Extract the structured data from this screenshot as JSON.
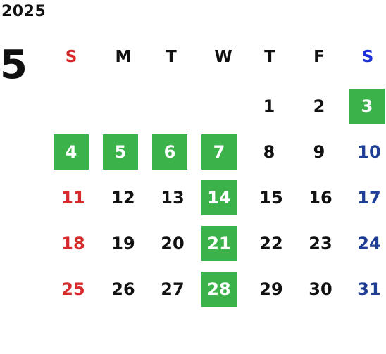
{
  "year": "2025",
  "month": "5",
  "weekdays": [
    "S",
    "M",
    "T",
    "W",
    "T",
    "F",
    "S"
  ],
  "days": {
    "d1": "1",
    "d2": "2",
    "d3": "3",
    "d4": "4",
    "d5": "5",
    "d6": "6",
    "d7": "7",
    "d8": "8",
    "d9": "9",
    "d10": "10",
    "d11": "11",
    "d12": "12",
    "d13": "13",
    "d14": "14",
    "d15": "15",
    "d16": "16",
    "d17": "17",
    "d18": "18",
    "d19": "19",
    "d20": "20",
    "d21": "21",
    "d22": "22",
    "d23": "23",
    "d24": "24",
    "d25": "25",
    "d26": "26",
    "d27": "27",
    "d28": "28",
    "d29": "29",
    "d30": "30",
    "d31": "31"
  },
  "highlighted_days": [
    "3",
    "4",
    "5",
    "6",
    "7",
    "14",
    "21",
    "28"
  ],
  "colors": {
    "highlight": "#3cb34a",
    "sunday": "#d72a2a",
    "saturday": "#1f3f96",
    "saturday_header": "#1a2fd6",
    "text": "#111111"
  }
}
